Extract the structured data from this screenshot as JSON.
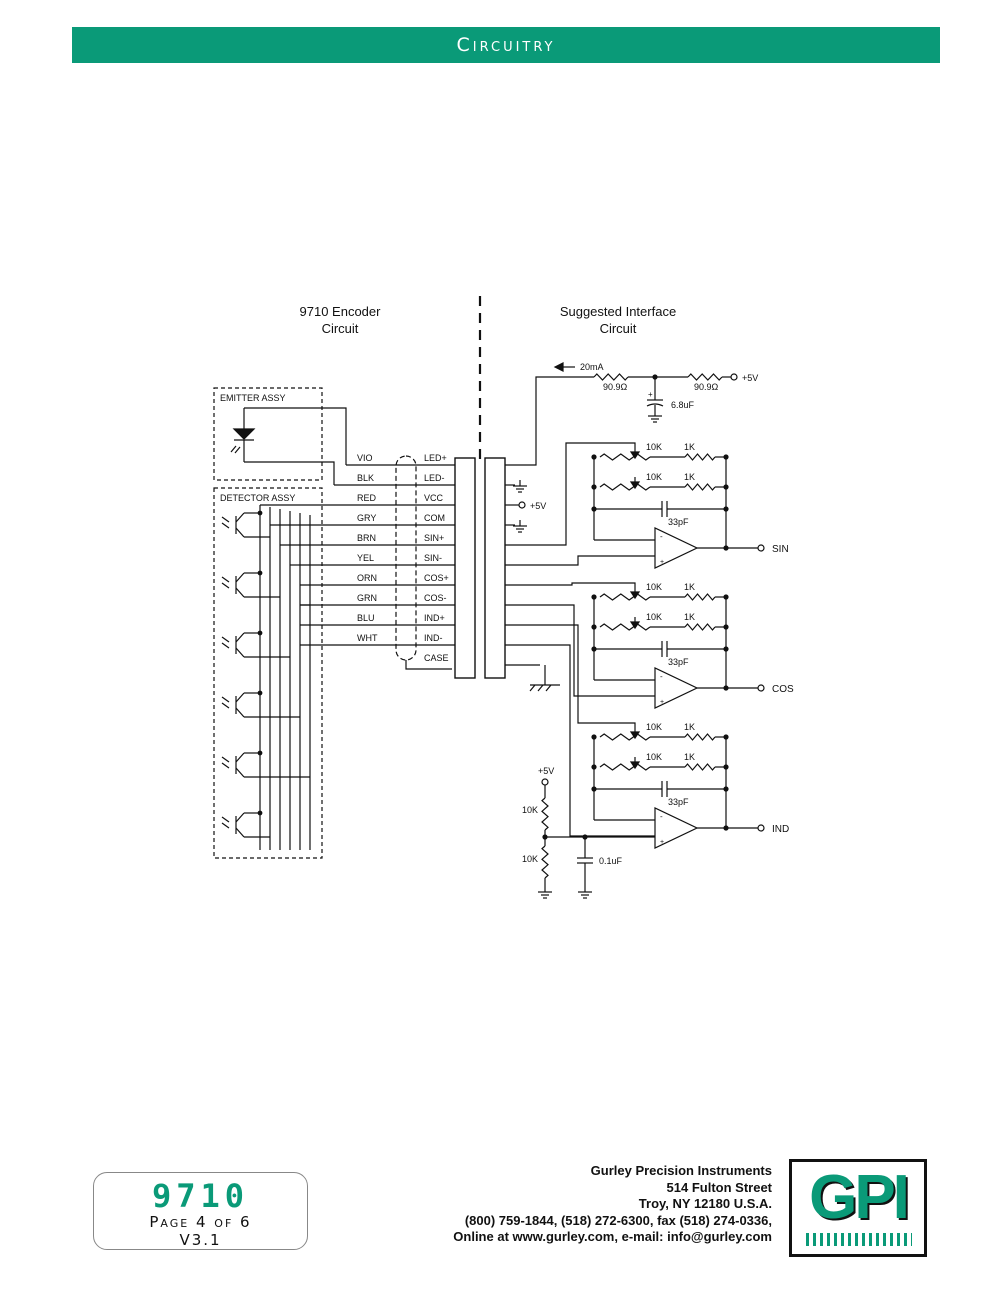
{
  "header": {
    "title": "Circuitry"
  },
  "schematic": {
    "left_title_1": "9710 Encoder",
    "left_title_2": "Circuit",
    "right_title_1": "Suggested Interface",
    "right_title_2": "Circuit",
    "emitter_label": "EMITTER ASSY",
    "detector_label": "DETECTOR ASSY",
    "wire_colors": [
      "VIO",
      "BLK",
      "RED",
      "GRY",
      "BRN",
      "YEL",
      "ORN",
      "GRN",
      "BLU",
      "WHT"
    ],
    "pins": [
      "LED+",
      "LED-",
      "VCC",
      "COM",
      "SIN+",
      "SIN-",
      "COS+",
      "COS-",
      "IND+",
      "IND-",
      "CASE"
    ],
    "current_label": "20mA",
    "res_90_9": "90.9Ω",
    "cap_6_8": "6.8uF",
    "plus5": "+5V",
    "r10k": "10K",
    "r1k": "1K",
    "cap_33": "33pF",
    "cap_01": "0.1uF",
    "outputs": [
      "SIN",
      "COS",
      "IND"
    ]
  },
  "footer": {
    "model": "9710",
    "page": "Page 4 of 6",
    "version": "V3.1",
    "company": "Gurley Precision Instruments",
    "street": "514 Fulton Street",
    "city": "Troy, NY 12180 U.S.A.",
    "phone": "(800) 759-1844, (518) 272-6300, fax (518) 274-0336,",
    "online": "Online at www.gurley.com, e-mail: info@gurley.com",
    "logo": "GPI"
  }
}
